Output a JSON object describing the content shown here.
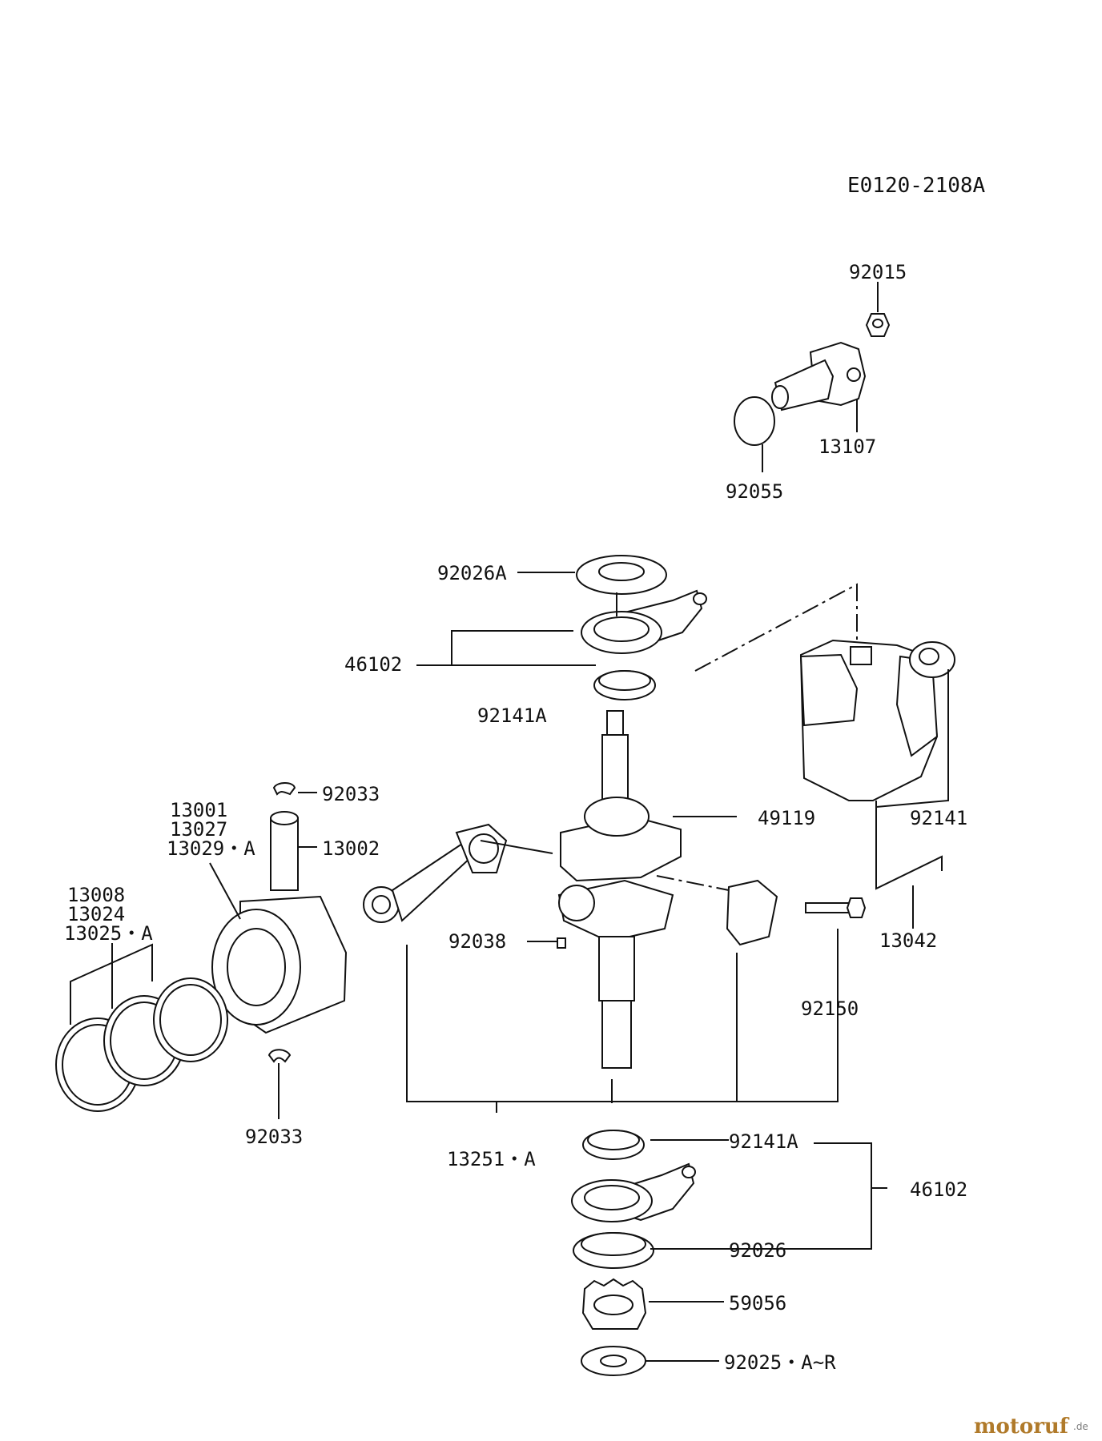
{
  "diagram": {
    "code": "E0120-2108A",
    "labels": {
      "p92015": "92015",
      "p13107": "13107",
      "p92055": "92055",
      "p92026A": "92026A",
      "p46102_top": "46102",
      "p92141A_top": "92141A",
      "p92033_top": "92033",
      "p13002": "13002",
      "p13001": "13001",
      "p13027": "13027",
      "p13029A": "13029・A",
      "p13008": "13008",
      "p13024": "13024",
      "p13025A": "13025・A",
      "p49119": "49119",
      "p92141": "92141",
      "p13042": "13042",
      "p92038": "92038",
      "p92150": "92150",
      "p92033_bottom": "92033",
      "p13251A": "13251・A",
      "p92141A_bottom": "92141A",
      "p46102_bottom": "46102",
      "p92026": "92026",
      "p59056": "59056",
      "p92025": "92025・A~R"
    }
  },
  "watermark": {
    "brand": "motoruf",
    "suffix": ".de"
  }
}
